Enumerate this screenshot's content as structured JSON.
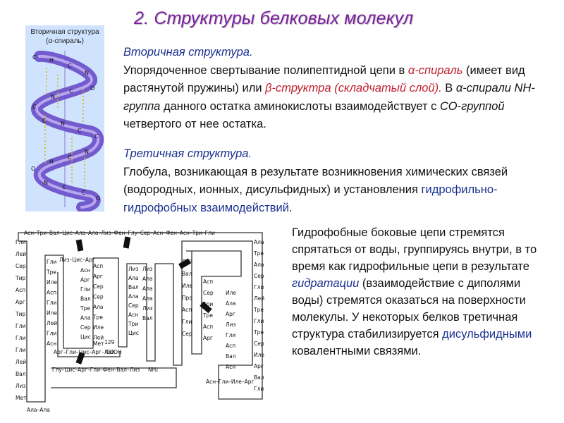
{
  "title": "2. Структуры белковых молекул",
  "helix": {
    "caption_line1": "Вторичная структура",
    "caption_line2": "(α-спираль)",
    "colors": {
      "ribbon": "#6b4fc9",
      "background": "#cfe3ff"
    }
  },
  "secondary": {
    "heading": "Вторичная структура.",
    "p1_text1": "Упорядоченное свертывание полипептидной цепи в ",
    "p1_term1": "α-спираль",
    "p1_text2": " (имеет вид растянутой пружины) или ",
    "p1_term2": "β-структра (складчатый слой).",
    "p1_text3": " В ",
    "p1_term3": "α-спирали  NH-группа",
    "p1_text4": " данного остатка аминокислоты взаимодействует с ",
    "p1_term4": "СО-группой",
    "p1_text5": " четвертого от нее остатка."
  },
  "tertiary": {
    "heading": "Третичная структура.",
    "p1_text1": "Глобула, возникающая в результате возникновения химических связей (водородных, ионных, дисульфидных) и установления ",
    "p1_term1": "гидрофильно- гидрофобных взаимодействий",
    "p1_text2": "."
  },
  "hydrophobic": {
    "t1": "Гидрофобные боковые цепи стремятся спрятаться от воды, группируясь внутри, в то время как гидрофильные цепи в результате ",
    "term1": "гидратации",
    "t2": " (взаимодействие с диполями воды) стремятся оказаться на поверхности молекулы. У некоторых белков третичная структура стабилизируется ",
    "term2": "дисульфидными",
    "t3": " ковалентными связями."
  },
  "chain": {
    "top_row": "Асн–Три–Вал–Цис–Ала–Ала–Лиз–Фен–Глу–Сер–Асн–Фен–Асн–Три–Гли",
    "row2": "Лиз–Цис–Арг",
    "row3": "Арг–Гли–Цис–Арг–Лей",
    "row4": "Глу–Цис–Арг–Гли–Фен–Вал–Лиз",
    "bottom_row": "Ала–Ала",
    "bottom_right": "Асн–Гли–Иле–Арг",
    "terminal_nh2": "NH₂",
    "terminal_cooh": "COOH",
    "label_met": "Мет",
    "label_leu129": "129",
    "col_left": [
      "Гли",
      "Лей",
      "Сер",
      "Тир",
      "Асп",
      "Арг",
      "Тир",
      "Гли",
      "Гли",
      "Гли",
      "Лей",
      "Вал",
      "Лиз",
      "Мет"
    ],
    "col_2": [
      "Гли",
      "Тре",
      "Иле",
      "Асп",
      "Гли",
      "Иле",
      "Лей",
      "Гли",
      "Асн"
    ],
    "col_3": [
      "Асн",
      "Арг",
      "Гли",
      "Вал",
      "Тре",
      "Ала",
      "Сер",
      "Цис"
    ],
    "col_4": [
      "Асп",
      "Арг",
      "Сер",
      "Сер",
      "Ала",
      "Тре",
      "Иле",
      "Лей"
    ],
    "col_5": [
      "Лиз",
      "Ала",
      "Вал",
      "Ала",
      "Сер",
      "Асн",
      "Три",
      "Цис"
    ],
    "col_6": [
      "Лиз",
      "Ала",
      "Ала",
      "Ала",
      "Лиз",
      "Вал"
    ],
    "col_7": [
      "Лей",
      "Вал",
      "Иле",
      "Про",
      "Асп",
      "Гли",
      "Сер"
    ],
    "col_8": [
      "Асп",
      "Сер",
      "Три",
      "Тре",
      "Асп",
      "Арг"
    ],
    "col_9": [
      "Иле",
      "Ала",
      "Арг",
      "Лиз",
      "Гли",
      "Асп",
      "Вал",
      "Асн"
    ],
    "col_right": [
      "Ала",
      "Тре",
      "Ала",
      "Сер",
      "Гли",
      "Лей",
      "Тре",
      "Гли",
      "Тре",
      "Сер",
      "Иле",
      "Арг",
      "Вал",
      "Гли"
    ]
  }
}
